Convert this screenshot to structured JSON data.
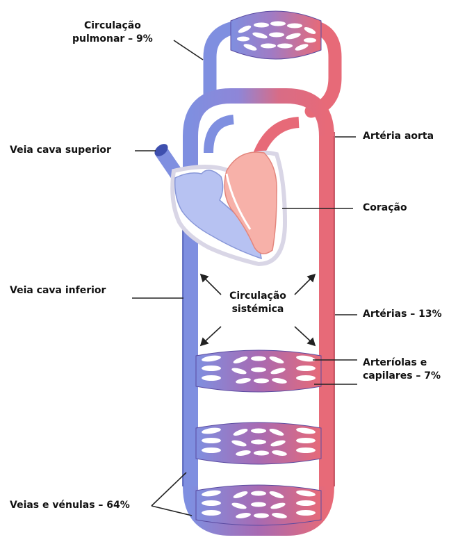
{
  "colors": {
    "vein": "#7f8fe0",
    "vein_dark": "#3e4fae",
    "artery": "#e76a78",
    "artery_dark": "#b23446",
    "heart_left": "#f7b1a9",
    "heart_right": "#b7c2f2",
    "heart_outline": "#d9d6e6",
    "line": "#222222"
  },
  "labels": {
    "pulmonary_line1": "Circulação",
    "pulmonary_line2": "pulmonar  – 9%",
    "svc": "Veia cava superior",
    "aorta": "Artéria aorta",
    "heart": "Coração",
    "ivc": "Veia cava inferior",
    "systemic_line1": "Circulação",
    "systemic_line2": "sistémica",
    "arteries": "Artérias – 13%",
    "arterioles_line1": "Arteríolas  e",
    "arterioles_line2": "capilares – 7%",
    "veins": "Veias e vénulas – 64%"
  },
  "icons": {
    "heart": "heart-icon"
  }
}
